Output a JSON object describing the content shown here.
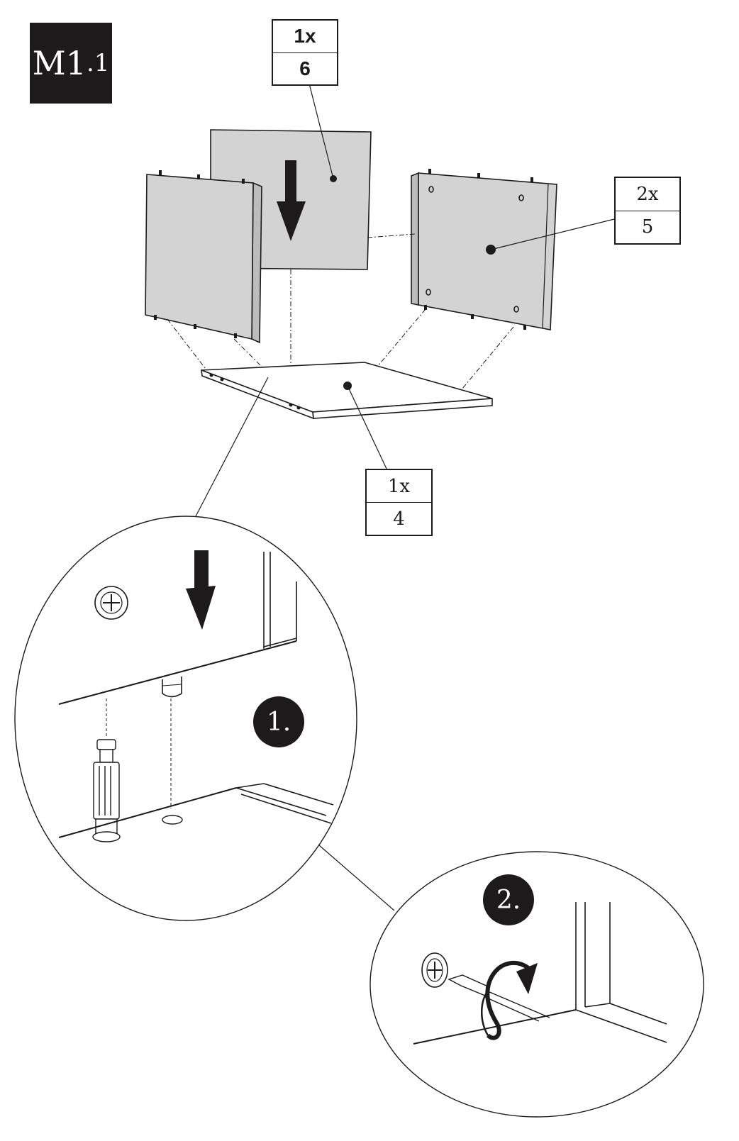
{
  "step": {
    "main": "M1",
    "sub": ".1"
  },
  "quantities": {
    "top": {
      "qty": "1x",
      "part": "6"
    },
    "right": {
      "qty": "2x",
      "part": "5"
    },
    "bottom": {
      "qty": "1x",
      "part": "4"
    }
  },
  "badges": {
    "first": "1.",
    "second": "2."
  },
  "colors": {
    "ink": "#1c1a1b",
    "panel": "#d3d3d3"
  },
  "icons": [
    "down-arrow-icon",
    "rotate-arrow-icon",
    "cam-lock-icon",
    "dowel-icon",
    "screwdriver-icon"
  ]
}
